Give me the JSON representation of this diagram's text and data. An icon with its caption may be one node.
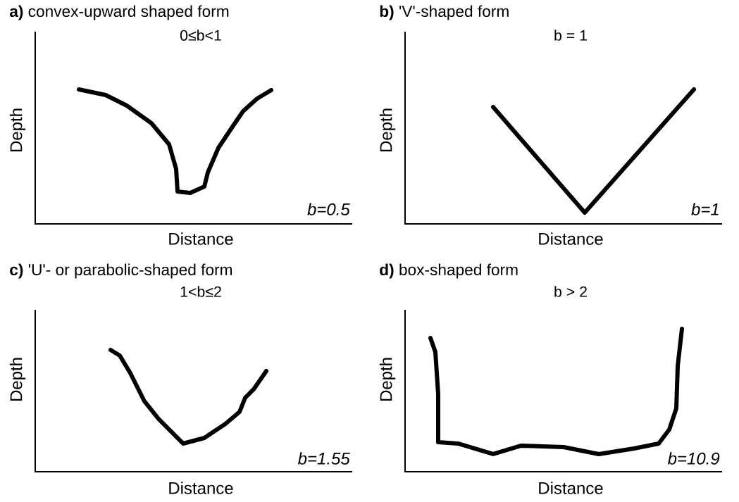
{
  "diagram": {
    "labels": [
      "**a)** convex-upward shaped form",
      "**b)** 'V'-shaped form",
      "0≤b<1",
      "b = 1",
      "Depth",
      "Depth",
      "b=0.5",
      "b=1",
      "Distance",
      "Distance",
      "**c)** 'U'- or parabolic-shaped form",
      "**d)** box-shaped form",
      "1<b≤2",
      "b > 2",
      "Depth",
      "Depth",
      "b=1.55",
      "b=10.9",
      "Distance",
      "Distance"
    ]
  }
}
